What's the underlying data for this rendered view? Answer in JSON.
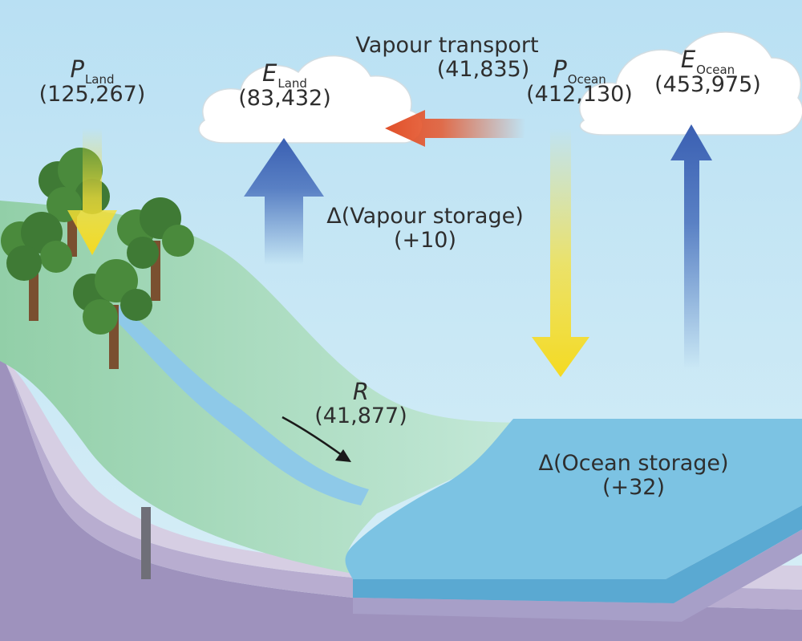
{
  "labels": {
    "p_land": {
      "symbol": "P",
      "subscript": "Land",
      "value": "(125,267)"
    },
    "e_land": {
      "symbol": "E",
      "subscript": "Land",
      "value": "(83,432)"
    },
    "vapour_transport": {
      "title": "Vapour transport",
      "value": "(41,835)"
    },
    "p_ocean": {
      "symbol": "P",
      "subscript": "Ocean",
      "value": "(412,130)"
    },
    "e_ocean": {
      "symbol": "E",
      "subscript": "Ocean",
      "value": "(453,975)"
    },
    "vapour_storage": {
      "title": "Δ(Vapour storage)",
      "value": "(+10)"
    },
    "runoff": {
      "symbol": "R",
      "value": "(41,877)"
    },
    "ocean_storage": {
      "title": "Δ(Ocean storage)",
      "value": "(+32)"
    }
  },
  "colors": {
    "sky": "#bfe3f3",
    "land_green": "#9fd6b4",
    "ocean": "#7cc3e3",
    "precip_arrow": "#f7e03a",
    "evap_arrow": "#3f67b8",
    "transport_arrow": "#e5562c"
  }
}
